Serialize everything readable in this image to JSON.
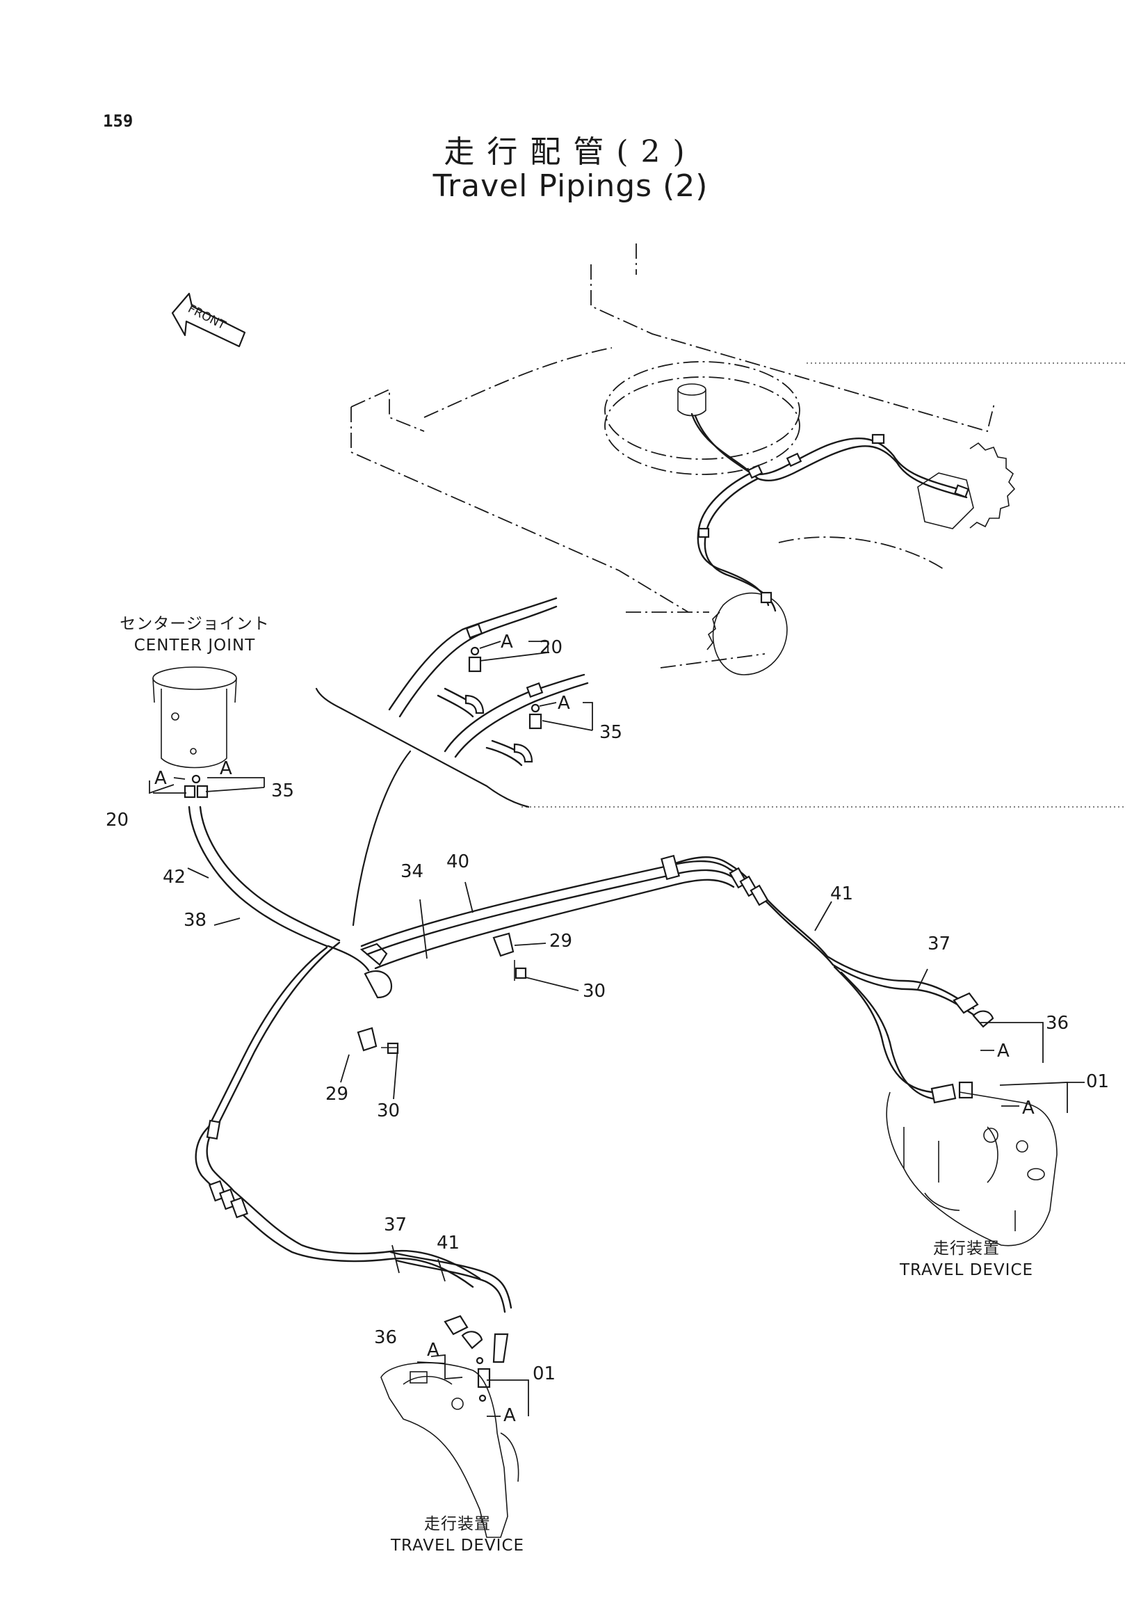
{
  "header": {
    "page_number": "159",
    "title_jp": "走行配管(2)",
    "title_en": "Travel Pipings (2)"
  },
  "front_arrow": {
    "label": "FRONT",
    "icon": "front-direction-arrow-icon"
  },
  "components": {
    "center_joint": {
      "label_jp": "センタージョイント",
      "label_en": "CENTER JOINT"
    },
    "travel_device_right": {
      "label_jp": "走行装置",
      "label_en": "TRAVEL DEVICE"
    },
    "travel_device_left": {
      "label_jp": "走行装置",
      "label_en": "TRAVEL DEVICE"
    }
  },
  "callouts": {
    "detail_a": "A",
    "detail_20": "20",
    "detail_a2": "A",
    "detail_35": "35",
    "cj_a1": "A",
    "cj_a2": "A",
    "cj_20": "20",
    "cj_35": "35",
    "p42": "42",
    "p38": "38",
    "p34": "34",
    "p40": "40",
    "p29_top": "29",
    "p30_top": "30",
    "p29_bot": "29",
    "p30_bot": "30",
    "p41_right": "41",
    "p37_right": "37",
    "p36_right": "36",
    "a_right1": "A",
    "p01_right": "01",
    "a_right2": "A",
    "p37_left": "37",
    "p41_left": "41",
    "p36_left": "36",
    "a_left1": "A",
    "p01_left": "01",
    "a_left2": "A"
  }
}
